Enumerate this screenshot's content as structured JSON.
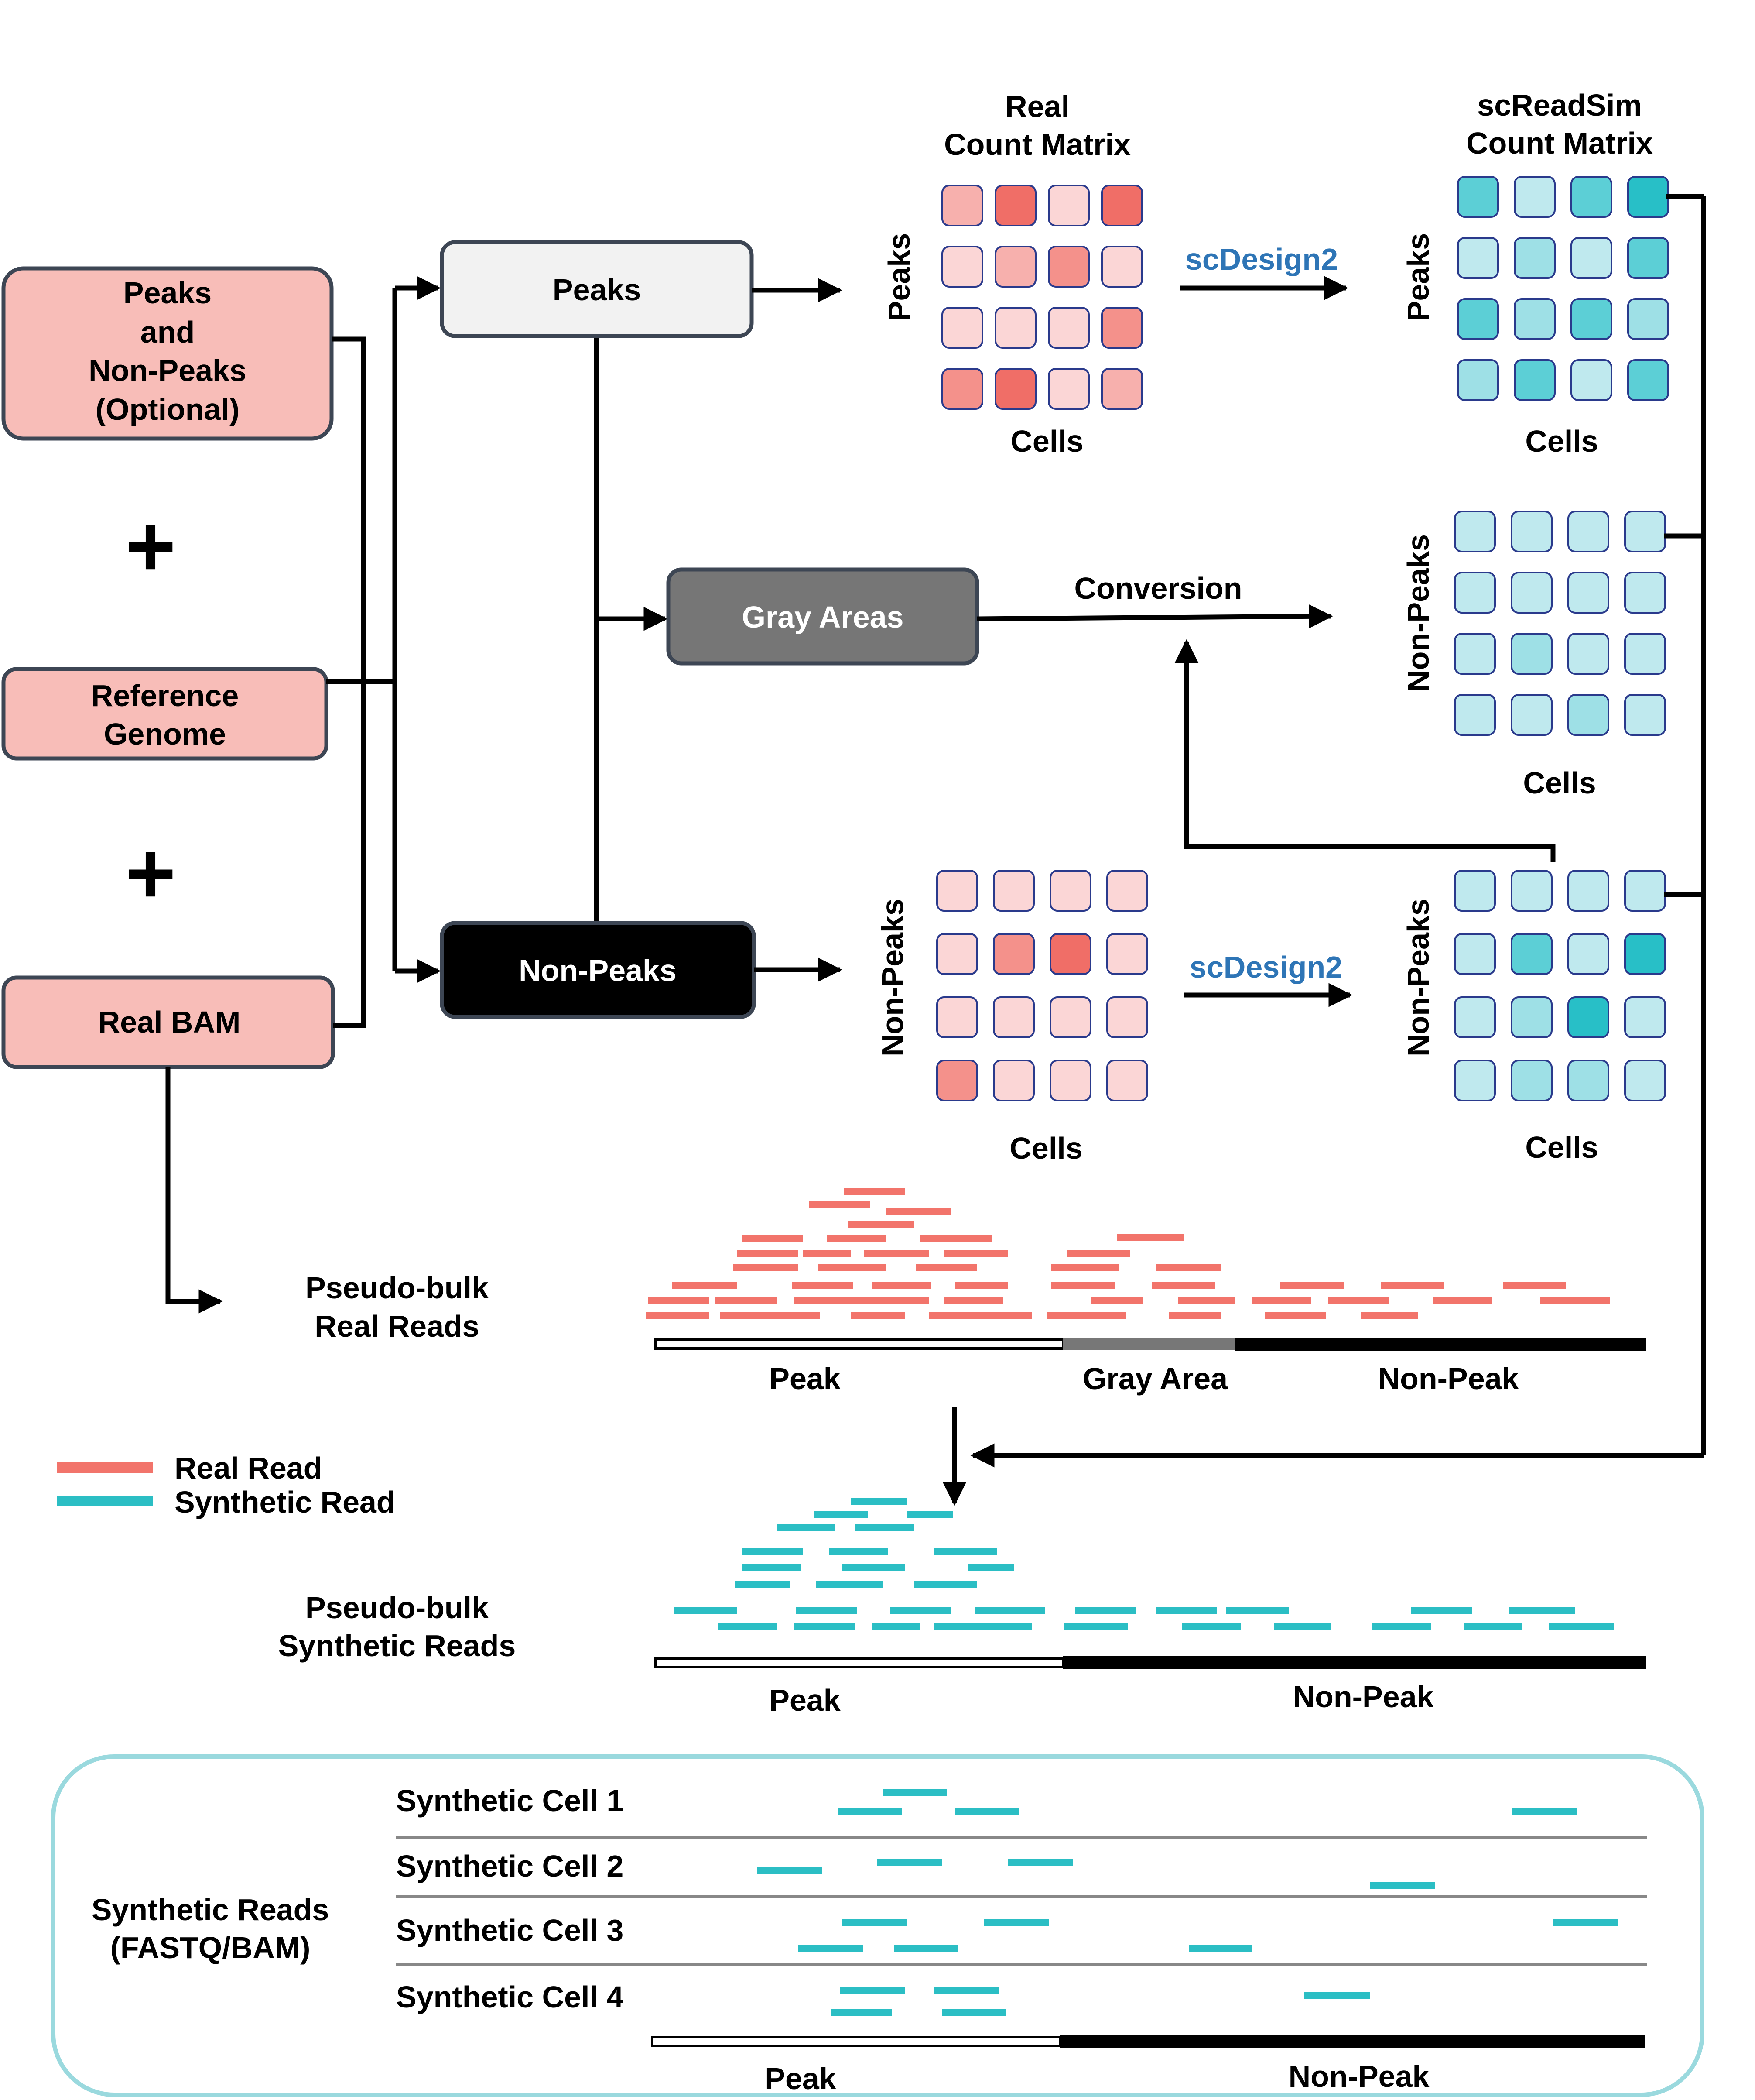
{
  "colors": {
    "input_fill": "#f8bdb8",
    "input_stroke": "#3d4654",
    "peaks_box_fill": "#f2f2f2",
    "gray_box_fill": "#767676",
    "nonpeaks_box_fill": "#000000",
    "real_read": "#f2746b",
    "synthetic_read": "#2bbec4",
    "real_cell_levels": [
      "#fbd6d6",
      "#f7b0ad",
      "#f4918b",
      "#f06e67"
    ],
    "synthetic_cell_levels": [
      "#bfe9ee",
      "#9ee0e6",
      "#5ccfd6",
      "#28bfc7"
    ],
    "cell_stroke": "#2a3a8c",
    "method_label": "#2e75b6",
    "synthetic_panel_border": "#9ad9de",
    "gray_area_track": "#777777"
  },
  "inputs": {
    "peaks_lines": [
      "Peaks",
      "and",
      "Non-Peaks",
      "(Optional)"
    ],
    "reference_lines": [
      "Reference",
      "Genome"
    ],
    "real_bam": "Real BAM",
    "plus_symbol": "+"
  },
  "boxes": {
    "peaks": "Peaks",
    "gray_areas": "Gray Areas",
    "non_peaks": "Non-Peaks"
  },
  "matrices": {
    "real_title_lines": [
      "Real",
      "Count Matrix"
    ],
    "sim_title_lines": [
      "scReadSim",
      "Count Matrix"
    ],
    "peaks_row_label": "Peaks",
    "nonpeaks_row_label": "Non-Peaks",
    "cells_label": "Cells",
    "real_peaks_levels": [
      [
        1,
        3,
        0,
        3
      ],
      [
        0,
        1,
        2,
        0
      ],
      [
        0,
        0,
        0,
        2
      ],
      [
        2,
        3,
        0,
        1
      ]
    ],
    "sim_peaks_levels": [
      [
        2,
        0,
        2,
        3
      ],
      [
        0,
        1,
        0,
        2
      ],
      [
        2,
        1,
        2,
        1
      ],
      [
        1,
        2,
        0,
        2
      ]
    ],
    "sim_gray_levels": [
      [
        0,
        0,
        0,
        0
      ],
      [
        0,
        0,
        0,
        0
      ],
      [
        0,
        1,
        0,
        0
      ],
      [
        0,
        0,
        1,
        0
      ]
    ],
    "real_nonpeaks_levels": [
      [
        0,
        0,
        0,
        0
      ],
      [
        0,
        2,
        3,
        0
      ],
      [
        0,
        0,
        0,
        0
      ],
      [
        2,
        0,
        0,
        0
      ]
    ],
    "sim_nonpeaks_levels": [
      [
        0,
        0,
        0,
        0
      ],
      [
        0,
        2,
        0,
        3
      ],
      [
        0,
        1,
        3,
        0
      ],
      [
        0,
        1,
        1,
        0
      ]
    ]
  },
  "method_label": "scDesign2",
  "conversion_label": "Conversion",
  "pseudobulk": {
    "real_lines": [
      "Pseudo-bulk",
      "Real Reads"
    ],
    "synthetic_lines": [
      "Pseudo-bulk",
      "Synthetic Reads"
    ],
    "peak_label": "Peak",
    "gray_area_label": "Gray Area",
    "non_peak_label": "Non-Peak"
  },
  "legend": {
    "real_read": "Real Read",
    "synthetic_read": "Synthetic Read"
  },
  "synthetic_panel": {
    "title_lines": [
      "Synthetic Reads",
      "(FASTQ/BAM)"
    ],
    "cells": [
      "Synthetic Cell 1",
      "Synthetic Cell 2",
      "Synthetic Cell 3",
      "Synthetic Cell 4"
    ],
    "peak_label": "Peak",
    "non_peak_label": "Non-Peak"
  }
}
